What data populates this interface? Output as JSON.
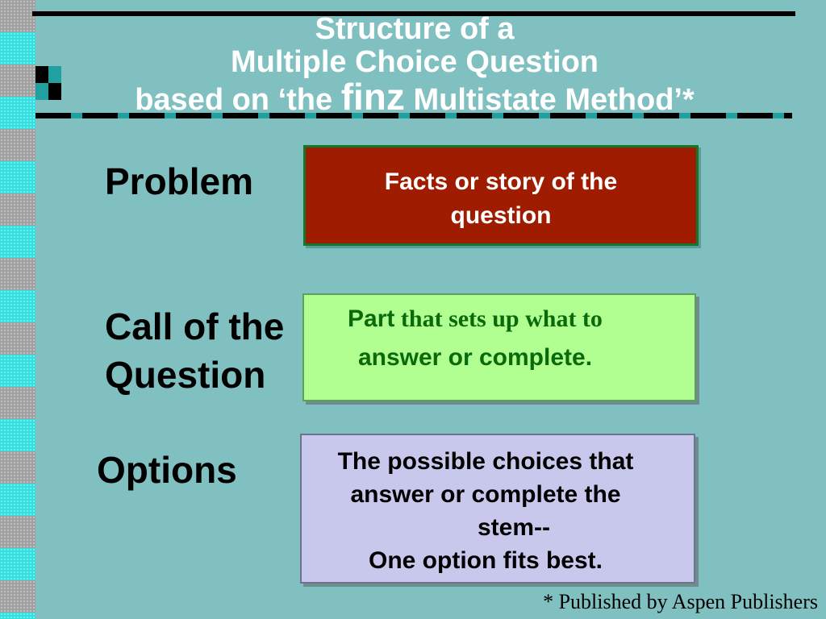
{
  "title": {
    "line1": "Structure of a",
    "line2": "Multiple Choice Question",
    "line3_pre": "based on ‘the ",
    "line3_finz": "finz",
    "line3_post": " Multistate Method’*"
  },
  "sections": {
    "problem": {
      "label": "Problem",
      "box_line1": "Facts or story of the",
      "box_line2": "question"
    },
    "call": {
      "label_line1": "Call of the",
      "label_line2": "Question",
      "box_part": "Part",
      "box_rest1": " that sets up what to",
      "box_line2": "answer or complete."
    },
    "options": {
      "label": "Options",
      "box_line1": "The possible choices that",
      "box_line2": "answer or complete the",
      "box_line3": "stem--",
      "box_line4": "One option fits best."
    }
  },
  "footnote": "* Published by Aspen Publishers",
  "colors": {
    "background": "#80c0c0",
    "problem_box": "#a01c00",
    "call_box": "#b0ff90",
    "options_box": "#c8c8ec"
  }
}
